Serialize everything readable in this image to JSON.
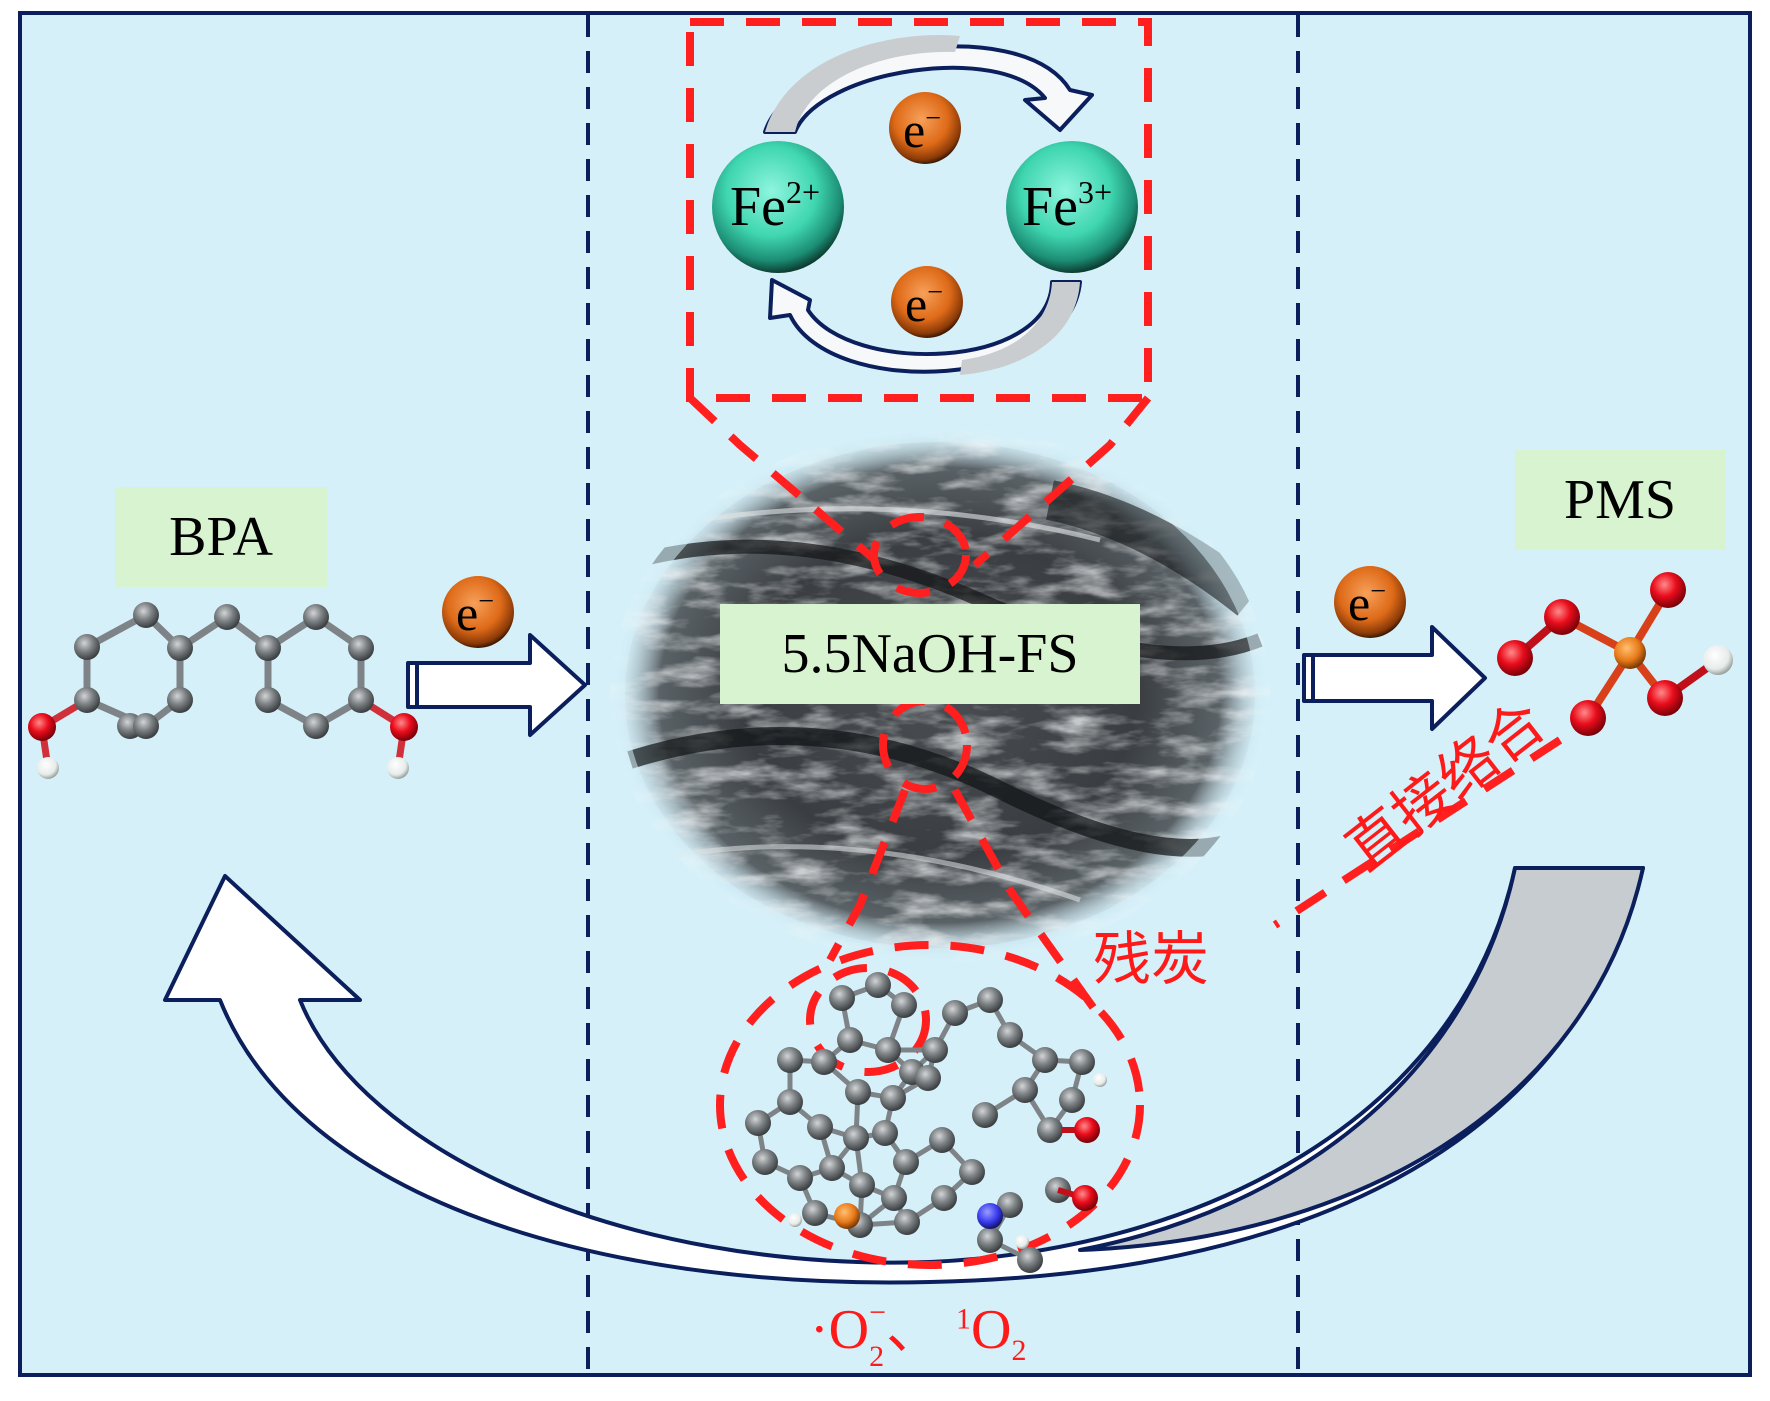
{
  "figure": {
    "background_color": "#d6f0f9",
    "frame_color": "#0b1f5c",
    "accent_red": "#ff1f1f",
    "label_box_color": "#d8f3cf",
    "iron_color": "#3fd6b0",
    "electron_color": "#e2701c"
  },
  "left_panel": {
    "title": "BPA",
    "molecule": "bisphenol-a-ball-and-stick",
    "electron_label": "e",
    "electron_charge": "−"
  },
  "center_panel": {
    "material_label": "5.5NaOH-FS",
    "sem_image": "sem-micrograph-porous-carbon",
    "iron_cycle": {
      "left_ion": {
        "symbol": "Fe",
        "charge": "2+"
      },
      "right_ion": {
        "symbol": "Fe",
        "charge": "3+"
      },
      "electrons": [
        {
          "label": "e",
          "charge": "−"
        },
        {
          "label": "e",
          "charge": "−"
        }
      ]
    },
    "residual_carbon_label": "残炭",
    "carbon_structure": "graphitic-carbon-with-heteroatoms",
    "ros_label": {
      "part1_prefix": "·O",
      "part1_sub": "2",
      "part1_sup": "−",
      "separator": "、",
      "part2_sup": "1",
      "part2_main": "O",
      "part2_sub": "2"
    }
  },
  "right_panel": {
    "title": "PMS",
    "molecule": "peroxymonosulfate-ball-and-stick",
    "electron_label": "e",
    "electron_charge": "−",
    "direct_complex_label": "直接络合"
  }
}
